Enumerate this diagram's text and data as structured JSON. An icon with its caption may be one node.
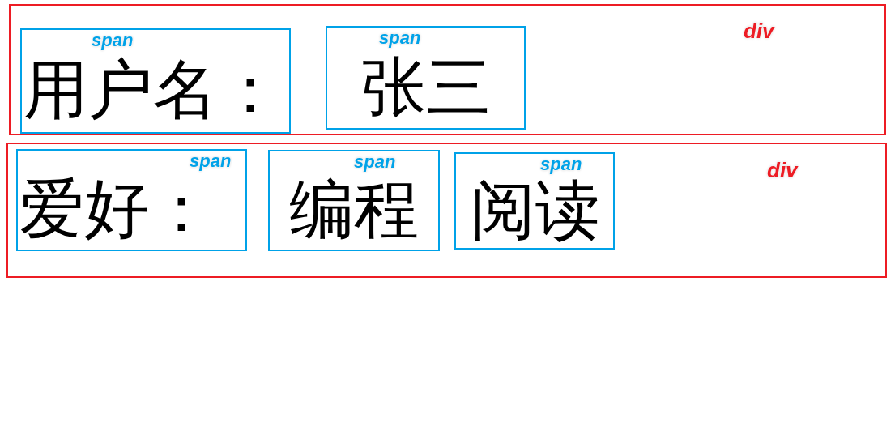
{
  "diagram": {
    "nodes": [
      {
        "text": [
          "div"
        ]
      },
      {
        "text": [
          "span",
          "用户名："
        ],
        "in": 0
      },
      {
        "text": [
          "span",
          "张三"
        ],
        "in": 0
      },
      {
        "text": [
          "div"
        ]
      },
      {
        "text": [
          "span",
          "爱好："
        ],
        "in": 3
      },
      {
        "text": [
          "span",
          "编程"
        ],
        "in": 3
      },
      {
        "text": [
          "span",
          "阅读"
        ],
        "in": 3
      }
    ]
  }
}
